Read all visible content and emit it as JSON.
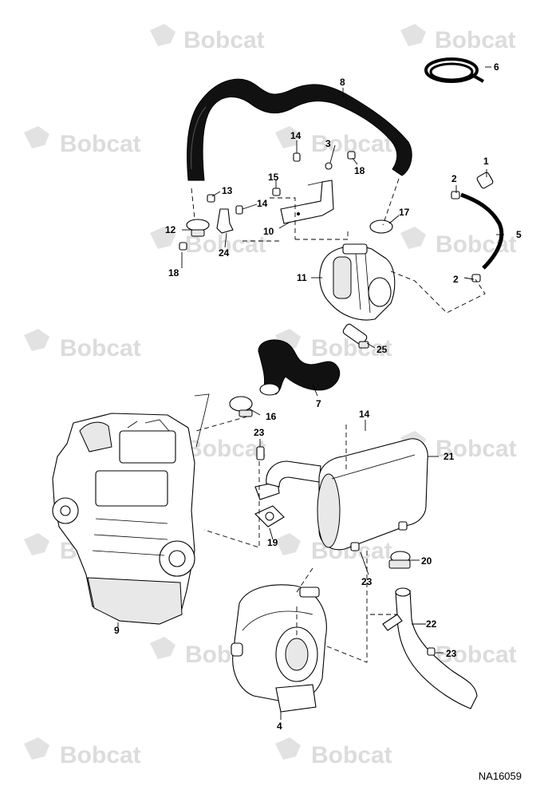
{
  "watermark_text": "Bobcat",
  "document_number": "NA16059",
  "callouts": [
    {
      "id": "c1",
      "label": "1"
    },
    {
      "id": "c2a",
      "label": "2"
    },
    {
      "id": "c2b",
      "label": "2"
    },
    {
      "id": "c3",
      "label": "3"
    },
    {
      "id": "c4",
      "label": "4"
    },
    {
      "id": "c5",
      "label": "5"
    },
    {
      "id": "c6",
      "label": "6"
    },
    {
      "id": "c7",
      "label": "7"
    },
    {
      "id": "c8",
      "label": "8"
    },
    {
      "id": "c9",
      "label": "9"
    },
    {
      "id": "c10",
      "label": "10"
    },
    {
      "id": "c11",
      "label": "11"
    },
    {
      "id": "c12",
      "label": "12"
    },
    {
      "id": "c13",
      "label": "13"
    },
    {
      "id": "c14a",
      "label": "14"
    },
    {
      "id": "c14b",
      "label": "14"
    },
    {
      "id": "c14c",
      "label": "14"
    },
    {
      "id": "c15",
      "label": "15"
    },
    {
      "id": "c16",
      "label": "16"
    },
    {
      "id": "c17",
      "label": "17"
    },
    {
      "id": "c18a",
      "label": "18"
    },
    {
      "id": "c18b",
      "label": "18"
    },
    {
      "id": "c19",
      "label": "19"
    },
    {
      "id": "c20",
      "label": "20"
    },
    {
      "id": "c21",
      "label": "21"
    },
    {
      "id": "c22",
      "label": "22"
    },
    {
      "id": "c23a",
      "label": "23"
    },
    {
      "id": "c23b",
      "label": "23"
    },
    {
      "id": "c23c",
      "label": "23"
    },
    {
      "id": "c24",
      "label": "24"
    },
    {
      "id": "c25",
      "label": "25"
    }
  ]
}
